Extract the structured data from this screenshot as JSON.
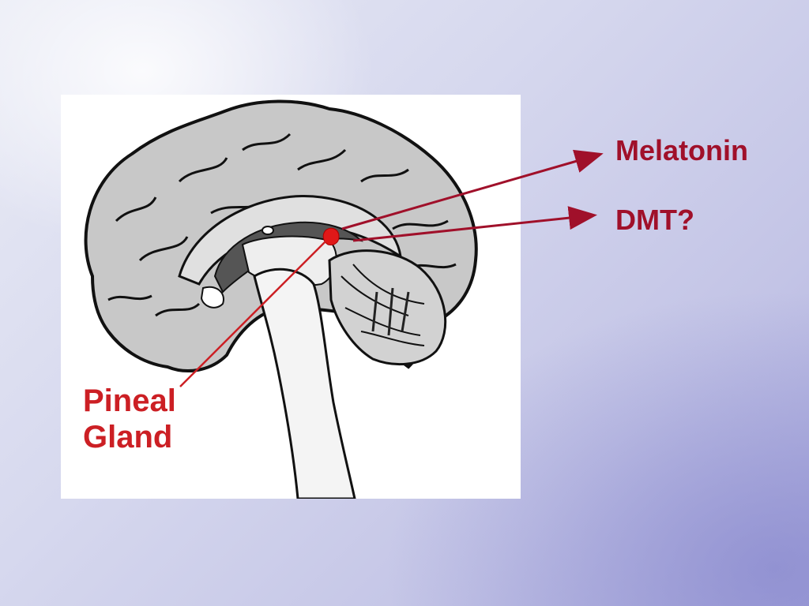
{
  "diagram": {
    "labels": {
      "melatonin": "Melatonin",
      "dmt": "DMT?",
      "pineal_line1": "Pineal",
      "pineal_line2": "Gland"
    },
    "colors": {
      "arrow": "#a0102a",
      "pineal_label": "#cc1f24",
      "brain_gray": "#c8c8c8",
      "pineal_highlight": "#e01818"
    },
    "icons": [
      "brain-cross-section-illustration",
      "pineal-gland-marker",
      "arrow-right"
    ]
  }
}
